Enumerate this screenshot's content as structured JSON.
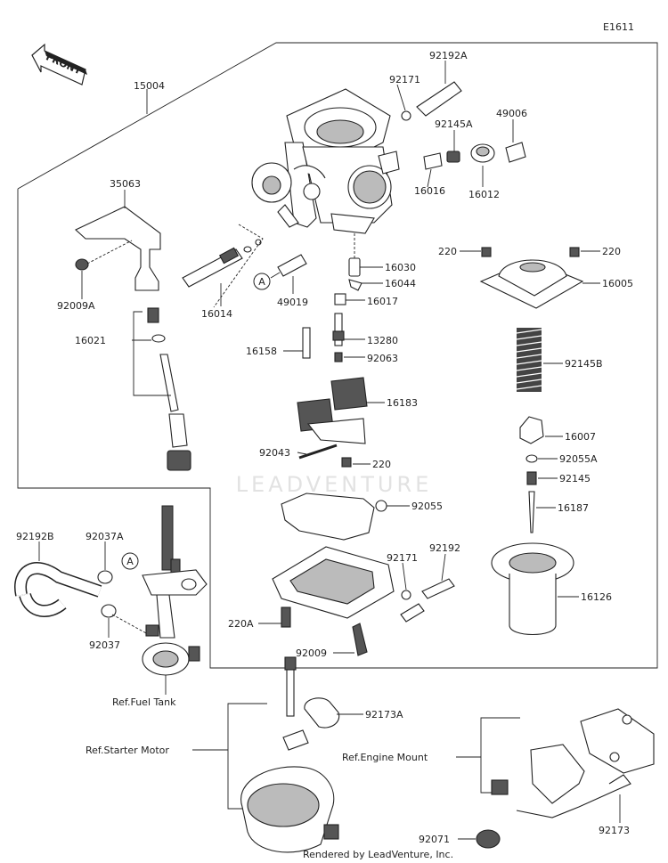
{
  "diagram": {
    "code": "E1611",
    "front_label": "FRONT",
    "watermark": "LEADVENTURE",
    "footer": "Rendered by LeadVenture, Inc.",
    "callout_a": "A",
    "callout_a2": "A",
    "labels": {
      "l15004": "15004",
      "l35063": "35063",
      "l92009A": "92009A",
      "l16021": "16021",
      "l16014": "16014",
      "l49019": "49019",
      "l92171a": "92171",
      "l92192A": "92192A",
      "l92145A": "92145A",
      "l49006": "49006",
      "l16016": "16016",
      "l16012": "16012",
      "l16030": "16030",
      "l16044": "16044",
      "l16017": "16017",
      "l13280": "13280",
      "l16158": "16158",
      "l92063": "92063",
      "l220a": "220",
      "l220b": "220",
      "l16005": "16005",
      "l92145B": "92145B",
      "l16183": "16183",
      "l92043": "92043",
      "l220c": "220",
      "l16007": "16007",
      "l92055A": "92055A",
      "l92145": "92145",
      "l92055": "92055",
      "l16187": "16187",
      "l92192B": "92192B",
      "l92037A": "92037A",
      "l92037": "92037",
      "l92171b": "92171",
      "l92192": "92192",
      "l16126": "16126",
      "l220A": "220A",
      "l92009": "92009",
      "refFuel": "Ref.Fuel Tank",
      "l92173A": "92173A",
      "refStarter": "Ref.Starter Motor",
      "refEngine": "Ref.Engine Mount",
      "l92071": "92071",
      "l92173": "92173"
    }
  }
}
